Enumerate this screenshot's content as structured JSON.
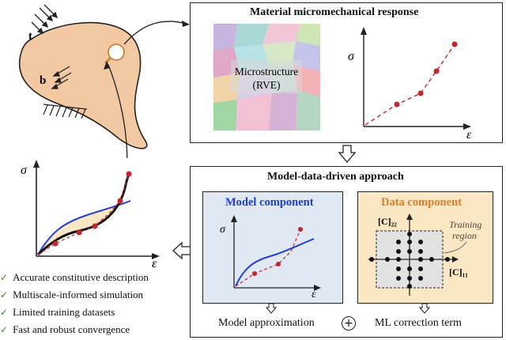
{
  "micro_panel": {
    "title": "Material micromechanical response",
    "rve_label_line1": "Microstructure",
    "rve_label_line2": "(RVE)",
    "ylabel": "σ",
    "xlabel": "ε"
  },
  "body_labels": {
    "traction": "t",
    "body_force": "b"
  },
  "global_curve": {
    "ylabel": "σ",
    "xlabel": "ε"
  },
  "approach_panel": {
    "title": "Model-data-driven approach",
    "model": {
      "title": "Model component",
      "ylabel": "σ",
      "xlabel": "ε",
      "caption": "Model approximation"
    },
    "data": {
      "title": "Data component",
      "ylabel": "[C]₂₂",
      "xlabel": "[C]₁₁",
      "region_line1": "Training",
      "region_line2": "region",
      "caption": "ML correction term"
    },
    "plus": "+"
  },
  "benefits": [
    "Accurate constitutive description",
    "Multiscale-informed simulation",
    "Limited training datasets",
    "Fast and robust convergence"
  ],
  "colors": {
    "model_blue": "#1f3fd6",
    "data_red": "#c0262c",
    "model_bg": "#dfe8f3",
    "data_bg": "#fbe7c4",
    "data_title": "#e07c21",
    "body_fill": "#f3c9a3",
    "check_green": "#3d8a2a"
  }
}
